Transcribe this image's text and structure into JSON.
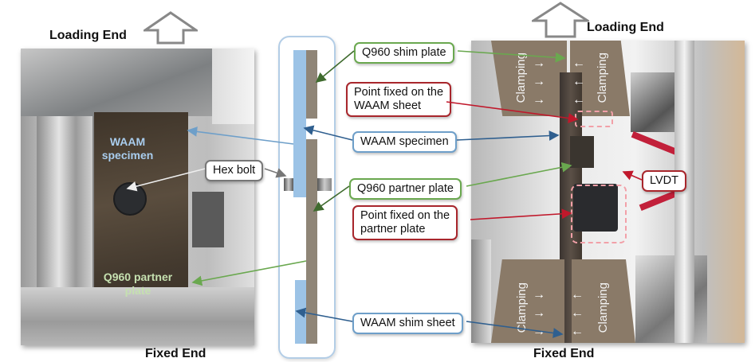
{
  "left_panel": {
    "top_label": "Loading End",
    "bottom_label": "Fixed End",
    "overlay_specimen": "WAAM specimen",
    "overlay_specimen_line1": "WAAM",
    "overlay_specimen_line2": "specimen",
    "overlay_partner_line1": "Q960 partner",
    "overlay_partner_line2": "plate",
    "callout_hex_bolt": "Hex bolt"
  },
  "middle_panel": {
    "callouts": [
      {
        "text": "Q960 shim plate",
        "color": "#6aa84f"
      },
      {
        "text_line1": "Point fixed on the",
        "text_line2": "WAAM sheet",
        "color": "#a8262c"
      },
      {
        "text": "WAAM specimen",
        "color": "#6e9fc9"
      },
      {
        "text": "Q960 partner plate",
        "color": "#6aa84f"
      },
      {
        "text_line1": "Point fixed on the",
        "text_line2": "partner plate",
        "color": "#a8262c"
      },
      {
        "text": "WAAM shim sheet",
        "color": "#6e9fc9"
      }
    ]
  },
  "right_panel": {
    "top_label": "Loading End",
    "bottom_label": "Fixed End",
    "clamping_label": "Clamping",
    "callout_lvdt": "LVDT"
  },
  "colors": {
    "green": "#6aa84f",
    "red": "#a8262c",
    "blue": "#6e9fc9",
    "waam": "#9cc3e6",
    "steel": "#8f8577"
  }
}
